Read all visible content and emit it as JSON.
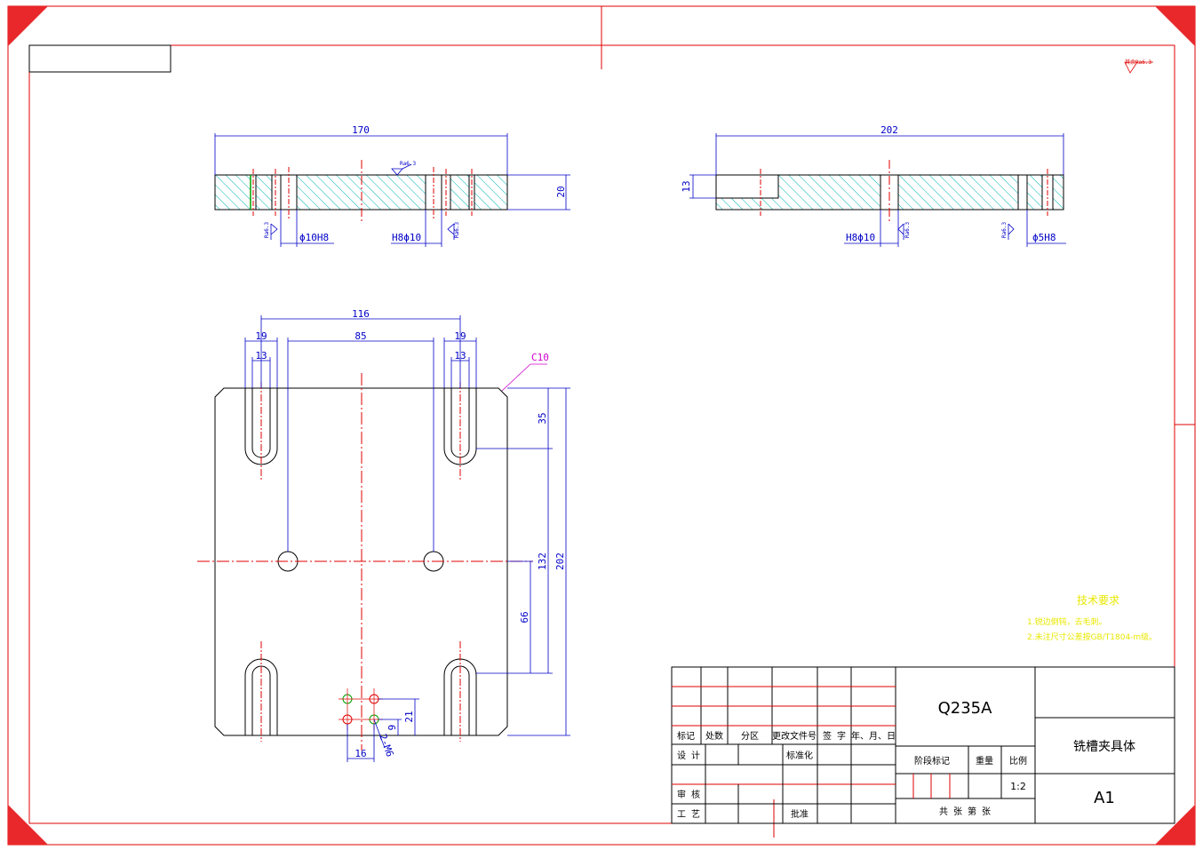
{
  "drawing": {
    "material": "Q235A",
    "part_name": "铣槽夹具体",
    "sheet_size": "A1",
    "scale": "1:2",
    "chamfer_note": "C10",
    "thread_note": "2-M6",
    "roughness_general": "其余Ra6.3",
    "roughness_local": "Ra6.3"
  },
  "dimensions": {
    "front_view": {
      "length": "170",
      "thickness": "20",
      "hole_left": "ϕ10H8",
      "hole_right": "H8ϕ10"
    },
    "side_view": {
      "length": "202",
      "step": "13",
      "hole_left": "H8ϕ10",
      "hole_right": "ϕ5H8"
    },
    "top_view": {
      "overall_width": "116",
      "hole_spacing": "85",
      "slot_pitch_left": "19",
      "slot_width_left": "13",
      "slot_pitch_right": "19",
      "slot_width_right": "13",
      "slot_depth": "35",
      "height_total": "202",
      "height_132": "132",
      "height_66": "66",
      "thread_spacing_x": "16",
      "thread_offset_y1": "9",
      "thread_offset_y2": "21"
    }
  },
  "tech_requirements": {
    "title": "技术要求",
    "items": [
      "1.锐边倒钝，去毛刺。",
      "2.未注尺寸公差按GB/T1804-m级。"
    ]
  },
  "title_block": {
    "rev_headers": [
      "标记",
      "处数",
      "分区",
      "更改文件号",
      "签 字",
      "年、月、日"
    ],
    "design": "设 计",
    "standardization": "标准化",
    "review": "审 核",
    "process": "工 艺",
    "approve": "批准",
    "stage_mark": "阶段标记",
    "weight": "重量",
    "ratio": "比例",
    "sheet_count": "共   张  第   张"
  },
  "colors": {
    "frame": "#e00000",
    "outline": "#000000",
    "dimension": "#0000c8",
    "centerline": "#e00000",
    "hatch": "#00b4b4",
    "note": "#e8e800",
    "chamfer": "#d000d0",
    "thread": "#00a000"
  }
}
